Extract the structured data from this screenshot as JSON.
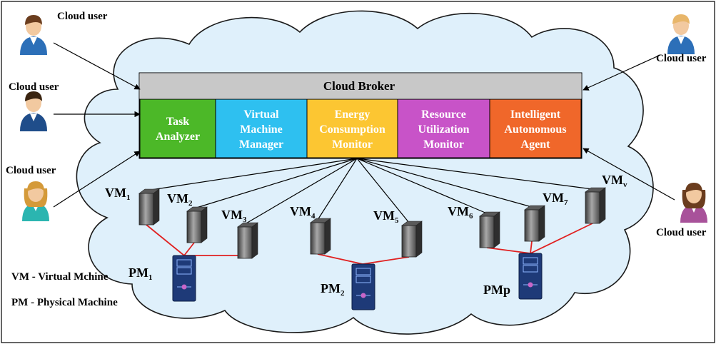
{
  "broker": {
    "title": "Cloud Broker",
    "modules": [
      {
        "lines": [
          "Task",
          "Analyzer"
        ],
        "color": "#4cb828",
        "text_color": "#ffffff"
      },
      {
        "lines": [
          "Virtual",
          "Machine",
          "Manager"
        ],
        "color": "#2ec0f0",
        "text_color": "#ffffff"
      },
      {
        "lines": [
          "Energy",
          "Consumption",
          "Monitor"
        ],
        "color": "#fcc632",
        "text_color": "#ffffff"
      },
      {
        "lines": [
          "Resource",
          "Utilization",
          "Monitor"
        ],
        "color": "#c853c8",
        "text_color": "#ffffff"
      },
      {
        "lines": [
          "Intelligent",
          "Autonomous",
          "Agent"
        ],
        "color": "#f0672a",
        "text_color": "#ffffff"
      }
    ],
    "header_color": "#c8c8c8"
  },
  "users": {
    "label": "Cloud user",
    "label_cropped": "Cloud user"
  },
  "vms": [
    {
      "base": "VM",
      "sub": "1"
    },
    {
      "base": "VM",
      "sub": "2"
    },
    {
      "base": "VM",
      "sub": "3"
    },
    {
      "base": "VM",
      "sub": "4"
    },
    {
      "base": "VM",
      "sub": "5"
    },
    {
      "base": "VM",
      "sub": "6"
    },
    {
      "base": "VM",
      "sub": "7"
    },
    {
      "base": "VM",
      "sub": "v"
    }
  ],
  "pms": [
    {
      "base": "PM",
      "sub": "1"
    },
    {
      "base": "PM",
      "sub": "2"
    },
    {
      "base": "PMp",
      "sub": ""
    }
  ],
  "legend": {
    "vm": "VM - Virtual Mchine",
    "pm": "PM - Physical Machine"
  },
  "colors": {
    "cloud_fill": "#dff0fb",
    "cloud_stroke": "#1a1a1a",
    "link_red": "#e02020",
    "server_blue": "#1e3a78"
  },
  "icons": [
    "user-icon",
    "server-tower-icon",
    "physical-server-icon"
  ]
}
